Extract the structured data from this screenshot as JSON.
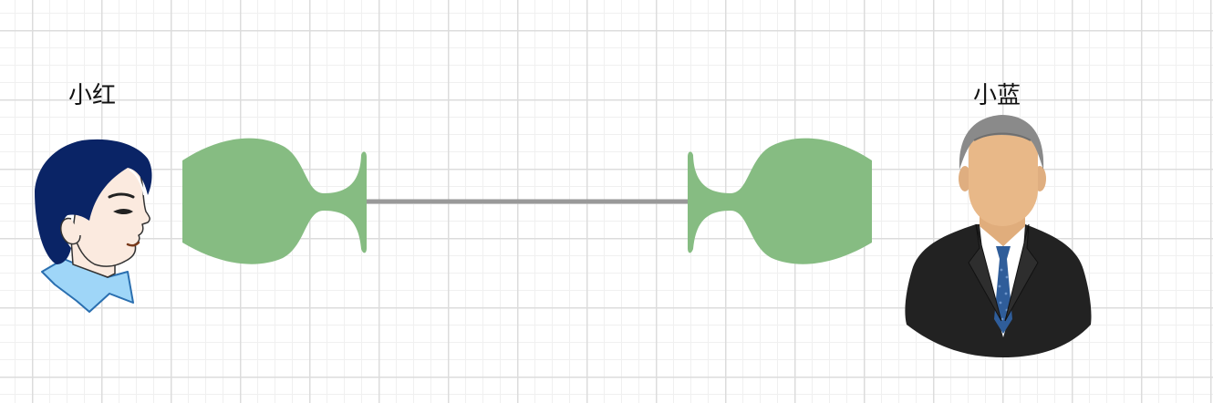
{
  "people": {
    "left": {
      "name": "小红",
      "icon": "young-man-side-profile-icon"
    },
    "right": {
      "name": "小蓝",
      "icon": "businessman-icon"
    }
  },
  "connection": {
    "shape": "cup-and-string-telephone",
    "cup_color": "#86bc82",
    "string_color": "#999999"
  },
  "colors": {
    "grid_major": "#dcdcdc",
    "grid_minor": "#f0f0f0",
    "background": "#ffffff"
  }
}
